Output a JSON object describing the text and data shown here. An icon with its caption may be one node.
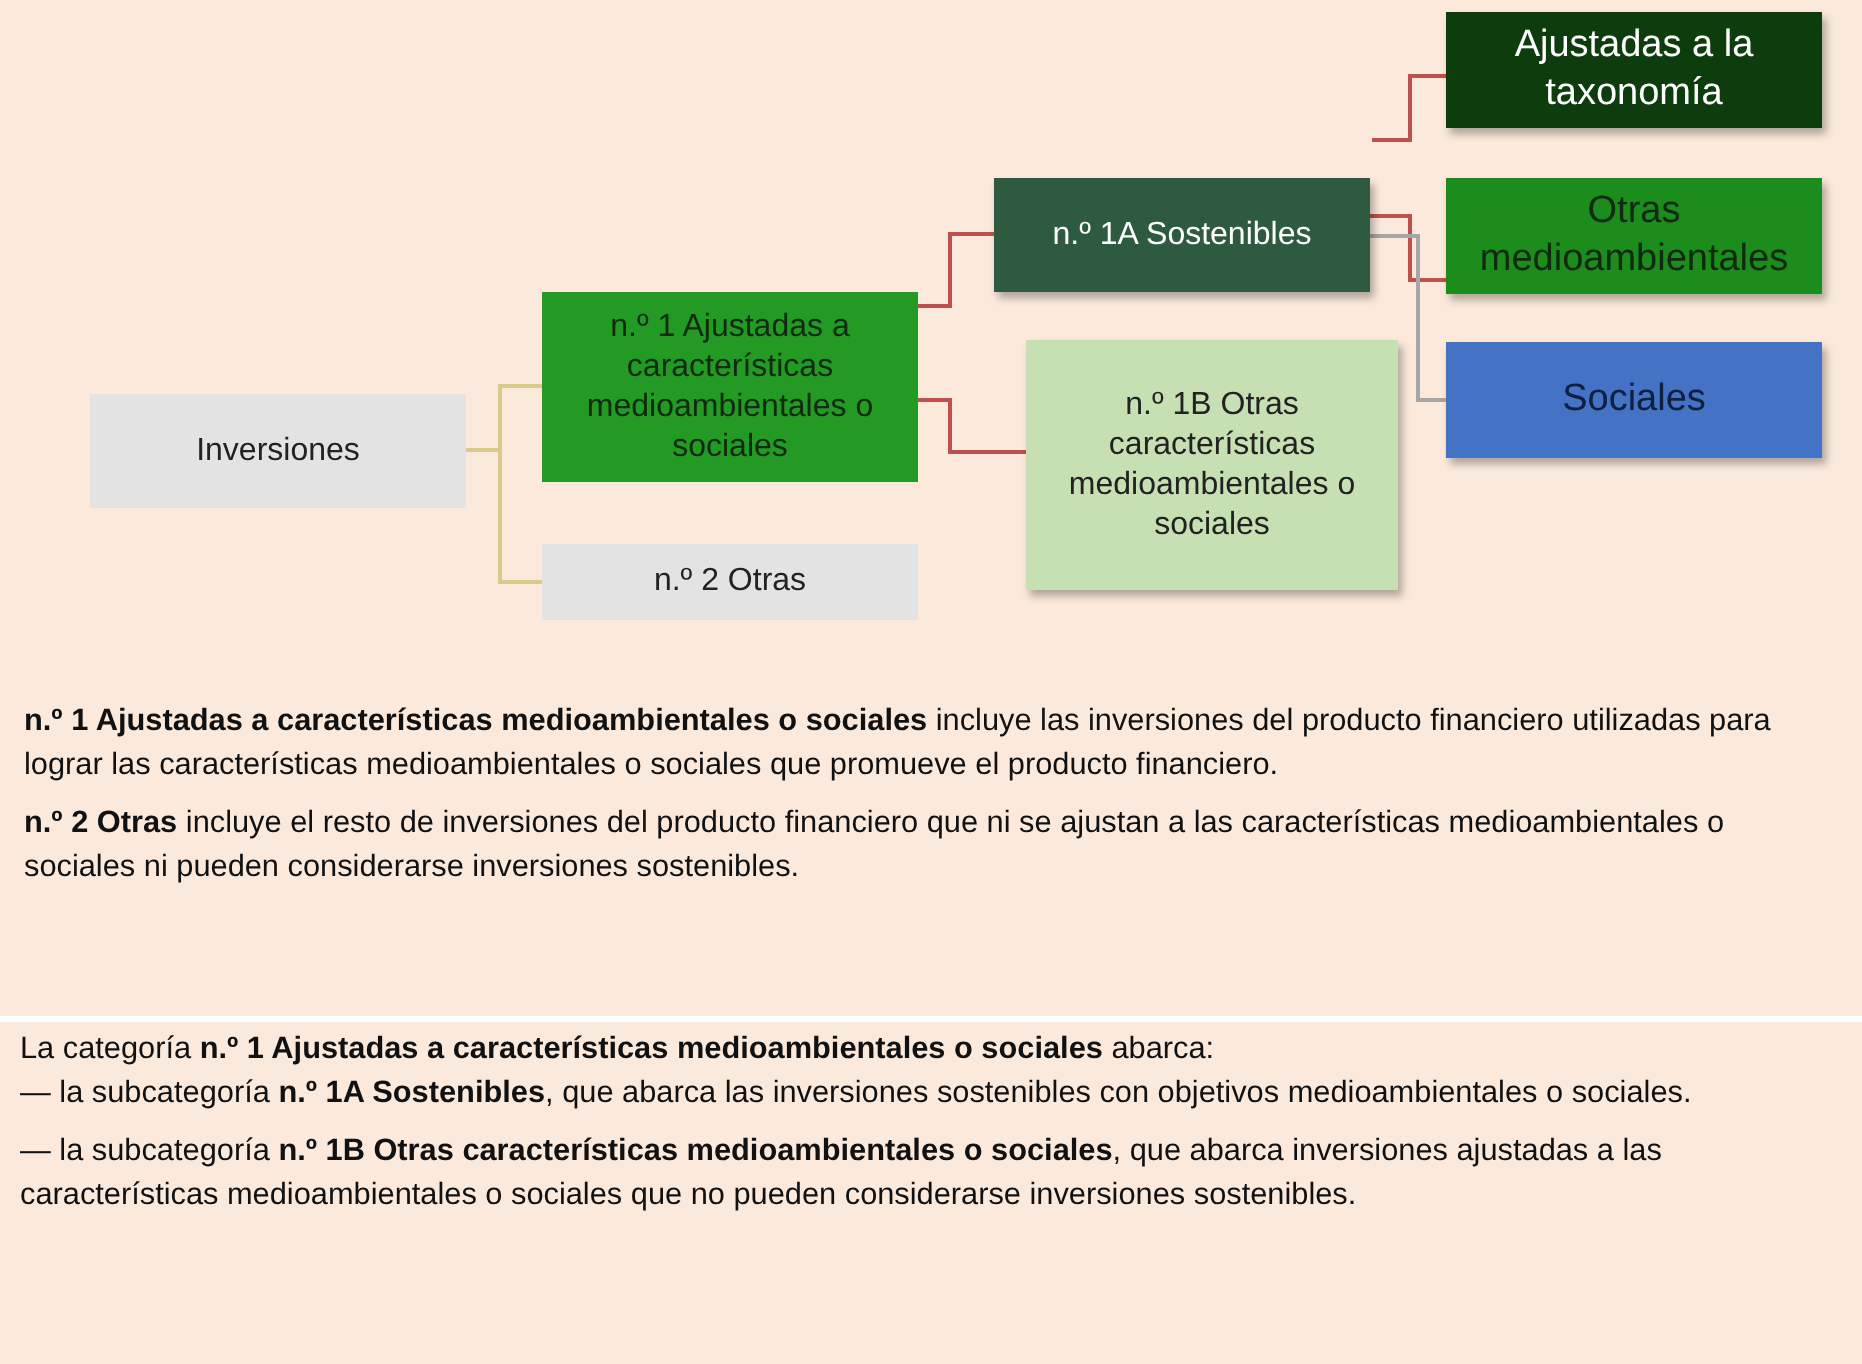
{
  "diagram": {
    "nodes": [
      {
        "text": [
          "Inversiones"
        ]
      },
      {
        "text": [
          "n.º 1 Ajustadas a características medioambientales o sociales"
        ]
      },
      {
        "text": [
          "n.º 2 Otras"
        ]
      },
      {
        "text": [
          "n.º 1A Sostenibles"
        ]
      },
      {
        "text": [
          "n.º 1B Otras características medioambientales o sociales"
        ]
      },
      {
        "text": [
          "Ajustadas a la taxonomía"
        ]
      },
      {
        "text": [
          "Otras medioambientales"
        ]
      },
      {
        "text": [
          "Sociales"
        ]
      }
    ],
    "edges": [
      {
        "from": 0,
        "to": 1,
        "arrow": "none",
        "color": "#d9c98a"
      },
      {
        "from": 0,
        "to": 2,
        "arrow": "none",
        "color": "#d9c98a"
      },
      {
        "from": 1,
        "to": 3,
        "arrow": "none"
      },
      {
        "from": 1,
        "to": 4,
        "arrow": "none"
      },
      {
        "from": null,
        "to": 5,
        "arrow": "none"
      },
      {
        "from": 3,
        "to": 6,
        "arrow": "none"
      },
      {
        "from": 3,
        "to": 7,
        "arrow": "none",
        "color": "#a6a6a6"
      }
    ],
    "labels": [
      "**n.º 1 Ajustadas a características medioambientales o sociales** incluye las inversiones del producto financiero utilizadas para lograr las características medioambientales o sociales que promueve el producto financiero.",
      "**n.º 2 Otras** incluye el resto de inversiones del producto financiero que ni se ajustan a las características medioambientales o sociales ni pueden considerarse inversiones sostenibles.",
      "La categoría **n.º 1 Ajustadas a características medioambientales o sociales** abarca:",
      "— la subcategoría **n.º 1A Sostenibles**, que abarca las inversiones sostenibles con objetivos medioambientales o sociales.",
      "— la subcategoría **n.º 1B Otras características medioambientales o sociales**, que abarca inversiones ajustadas a las características medioambientales o sociales que no pueden considerarse inversiones sostenibles."
    ]
  }
}
